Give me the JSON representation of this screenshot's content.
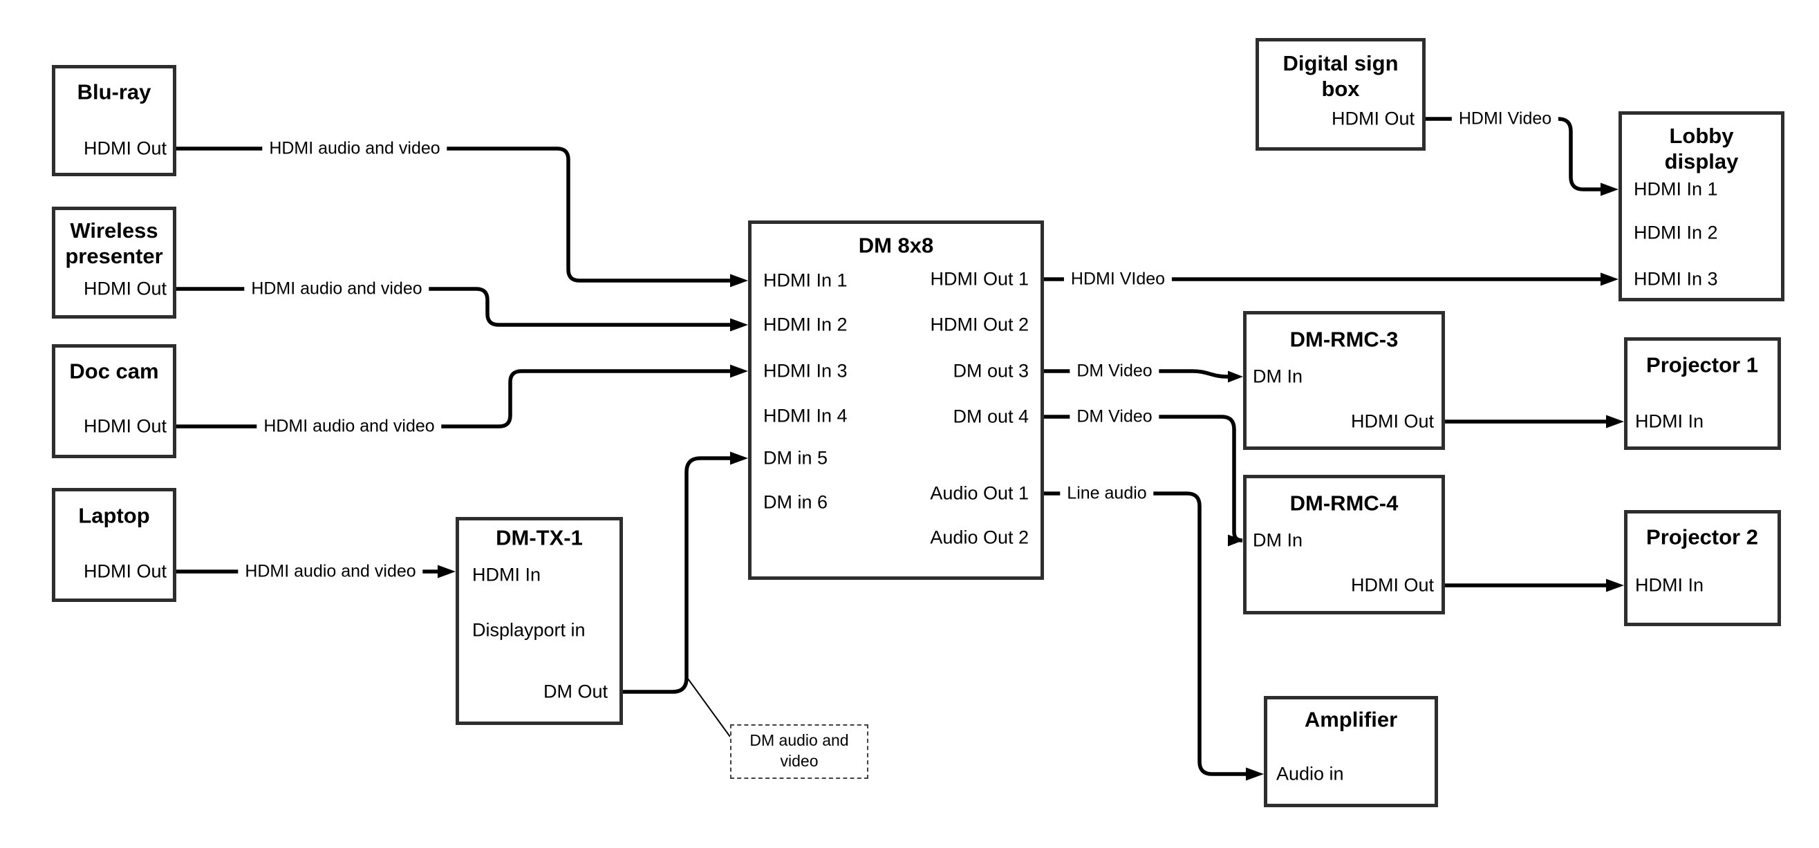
{
  "diagram": {
    "kind": "AV signal flow diagram",
    "colors": {
      "wire": "#000000",
      "box_border": "#2e2e2e",
      "background": "#ffffff",
      "text": "#000000"
    }
  },
  "nodes": {
    "bluray": {
      "title": "Blu-ray",
      "port_hdmi_out": "HDMI Out"
    },
    "wireless": {
      "title": "Wireless presenter",
      "port_hdmi_out": "HDMI Out"
    },
    "doccam": {
      "title": "Doc cam",
      "port_hdmi_out": "HDMI Out"
    },
    "laptop": {
      "title": "Laptop",
      "port_hdmi_out": "HDMI Out"
    },
    "dmtx1": {
      "title": "DM-TX-1",
      "port_hdmi_in": "HDMI In",
      "port_displayport_in": "Displayport in",
      "port_dm_out": "DM Out"
    },
    "dm8x8": {
      "title": "DM 8x8",
      "inputs": [
        "HDMI In 1",
        "HDMI In 2",
        "HDMI In 3",
        "HDMI In 4",
        "DM in 5",
        "DM in 6"
      ],
      "outputs": [
        "HDMI Out 1",
        "HDMI Out 2",
        "DM out 3",
        "DM out 4",
        "Audio Out 1",
        "Audio Out 2"
      ]
    },
    "signbox": {
      "title": "Digital sign box",
      "port_hdmi_out": "HDMI Out"
    },
    "lobby": {
      "title": "Lobby display",
      "inputs": [
        "HDMI In 1",
        "HDMI In 2",
        "HDMI In 3"
      ]
    },
    "rmc3": {
      "title": "DM-RMC-3",
      "port_dm_in": "DM In",
      "port_hdmi_out": "HDMI Out"
    },
    "proj1": {
      "title": "Projector 1",
      "port_hdmi_in": "HDMI In"
    },
    "rmc4": {
      "title": "DM-RMC-4",
      "port_dm_in": "DM In",
      "port_hdmi_out": "HDMI Out"
    },
    "proj2": {
      "title": "Projector 2",
      "port_hdmi_in": "HDMI In"
    },
    "amp": {
      "title": "Amplifier",
      "port_audio_in": "Audio in"
    }
  },
  "edges": [
    {
      "from": "Blu-ray HDMI Out",
      "to": "DM 8x8 HDMI In 1",
      "label": "HDMI audio and video"
    },
    {
      "from": "Wireless presenter HDMI Out",
      "to": "DM 8x8 HDMI In 2",
      "label": "HDMI audio and video"
    },
    {
      "from": "Doc cam HDMI Out",
      "to": "DM 8x8 HDMI In 3",
      "label": "HDMI audio and video"
    },
    {
      "from": "Laptop HDMI Out",
      "to": "DM-TX-1 HDMI In",
      "label": "HDMI audio and video"
    },
    {
      "from": "DM-TX-1 DM Out",
      "to": "DM 8x8 DM in 5",
      "label": ""
    },
    {
      "from": "DM 8x8 HDMI Out 1",
      "to": "Lobby display HDMI In 3",
      "label": "HDMI VIdeo"
    },
    {
      "from": "DM 8x8 DM out 3",
      "to": "DM-RMC-3 DM In",
      "label": "DM Video"
    },
    {
      "from": "DM 8x8 DM out 4",
      "to": "DM-RMC-4 DM In",
      "label": "DM Video"
    },
    {
      "from": "DM 8x8 Audio Out 1",
      "to": "Amplifier Audio in",
      "label": "Line audio"
    },
    {
      "from": "Digital sign box HDMI Out",
      "to": "Lobby display HDMI In 1",
      "label": "HDMI Video"
    },
    {
      "from": "DM-RMC-3 HDMI Out",
      "to": "Projector 1 HDMI In",
      "label": ""
    },
    {
      "from": "DM-RMC-4 HDMI Out",
      "to": "Projector 2 HDMI In",
      "label": ""
    }
  ],
  "annotation": {
    "text": "DM audio and video"
  }
}
